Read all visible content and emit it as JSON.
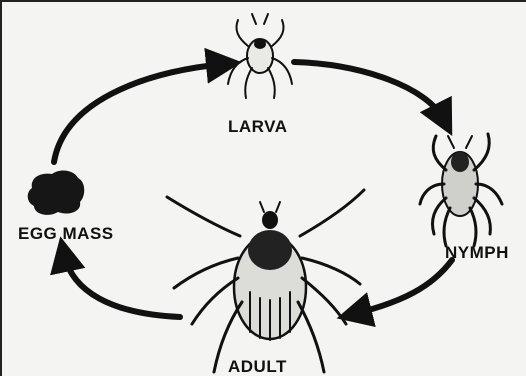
{
  "stages": {
    "larva": "LARVA",
    "nymph": "NYMPH",
    "adult": "ADULT",
    "egg_mass": "EGG MASS"
  }
}
